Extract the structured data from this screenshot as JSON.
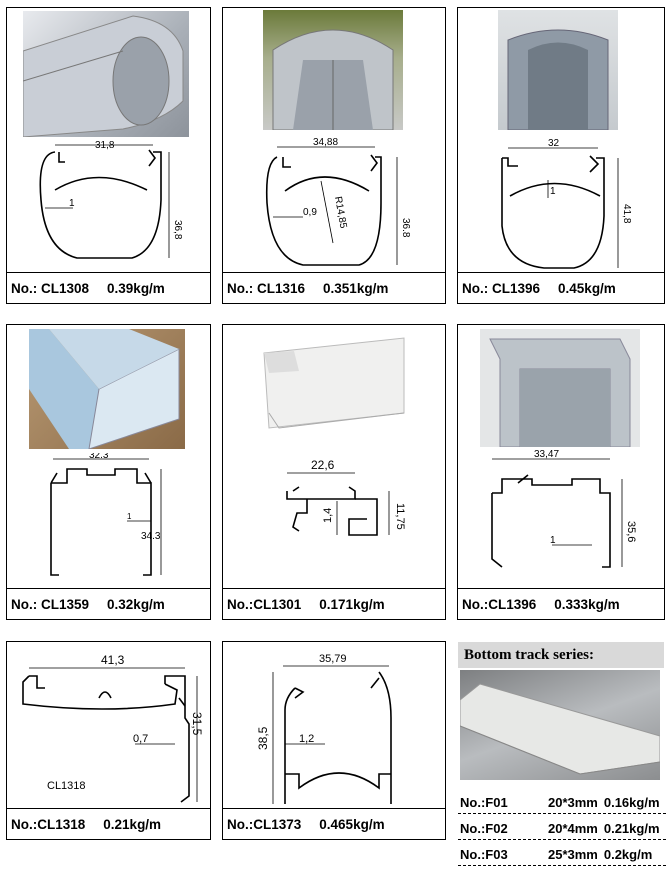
{
  "products": [
    {
      "no": "No.: CL1308",
      "weight": "0.39kg/m",
      "dims": [
        "31,8",
        "36,8",
        "1"
      ]
    },
    {
      "no": "No.: CL1316",
      "weight": "0.351kg/m",
      "dims": [
        "34,88",
        "36.8",
        "0,9",
        "R14,85"
      ]
    },
    {
      "no": "No.: CL1396",
      "weight": "0.45kg/m",
      "dims": [
        "32",
        "41,8",
        "1"
      ]
    },
    {
      "no": "No.: CL1359",
      "weight": "0.32kg/m",
      "dims": [
        "32.3",
        "34.3",
        "1"
      ]
    },
    {
      "no": "No.:CL1301",
      "weight": "0.171kg/m",
      "dims": [
        "22,6",
        "11,75",
        "1,4"
      ]
    },
    {
      "no": "No.:CL1396",
      "weight": "0.333kg/m",
      "dims": [
        "33,47",
        "35,6",
        "1"
      ]
    },
    {
      "no": "No.:CL1318",
      "weight": "0.21kg/m",
      "dims": [
        "41,3",
        "31,5",
        "0,7"
      ],
      "caption": "CL1318"
    },
    {
      "no": "No.:CL1373",
      "weight": "0.465kg/m",
      "dims": [
        "35,79",
        "38,5",
        "1,2"
      ]
    }
  ],
  "bottom_track": {
    "title": "Bottom track series:",
    "rows": [
      {
        "no": "No.:F01",
        "size": "20*3mm",
        "weight": "0.16kg/m"
      },
      {
        "no": "No.:F02",
        "size": "20*4mm",
        "weight": "0.21kg/m"
      },
      {
        "no": "No.:F03",
        "size": "25*3mm",
        "weight": "0.2kg/m"
      }
    ]
  }
}
